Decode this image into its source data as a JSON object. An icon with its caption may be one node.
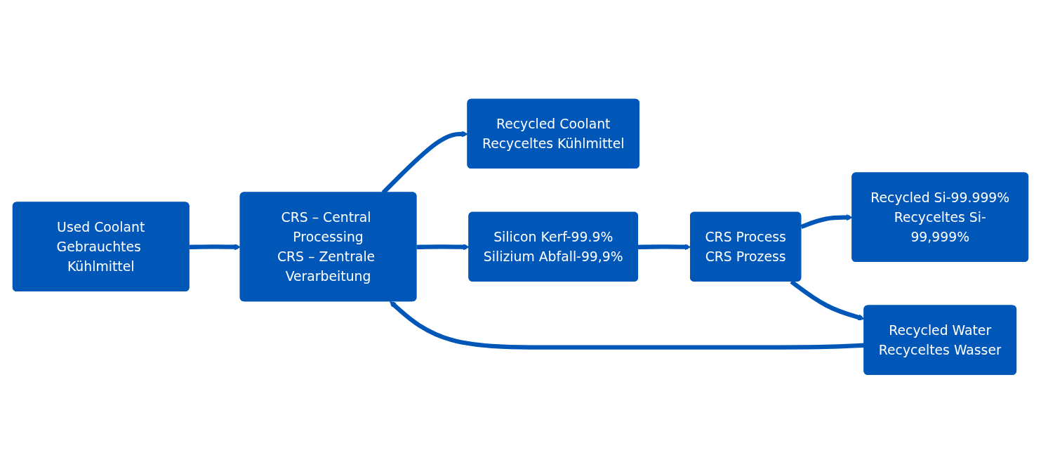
{
  "diagram": {
    "nodes": [
      {
        "text": [
          "Used Coolant",
          "Gebrauchtes Kühlmittel"
        ]
      },
      {
        "text": [
          "CRS – Central Processing",
          "CRS – Zentrale Verarbeitung"
        ]
      },
      {
        "text": [
          "Recycled Coolant",
          "Recyceltes Kühlmittel"
        ]
      },
      {
        "text": [
          "Silicon Kerf-99.9%",
          "Silizium Abfall-99,9%"
        ]
      },
      {
        "text": [
          "CRS Process",
          "CRS Prozess"
        ]
      },
      {
        "text": [
          "Recycled Si-99.999%",
          "Recyceltes Si-99,999%"
        ]
      },
      {
        "text": [
          "Recycled Water",
          "Recyceltes Wasser"
        ]
      }
    ],
    "edges": [
      {
        "from": 0,
        "to": 1,
        "arrow": "to"
      },
      {
        "from": 1,
        "to": 2,
        "arrow": "to"
      },
      {
        "from": 1,
        "to": 3,
        "arrow": "to"
      },
      {
        "from": 3,
        "to": 4,
        "arrow": "to"
      },
      {
        "from": 4,
        "to": 5,
        "arrow": "to"
      },
      {
        "from": 4,
        "to": 6,
        "arrow": "to"
      },
      {
        "from": 6,
        "to": 1,
        "arrow": "to"
      }
    ]
  }
}
